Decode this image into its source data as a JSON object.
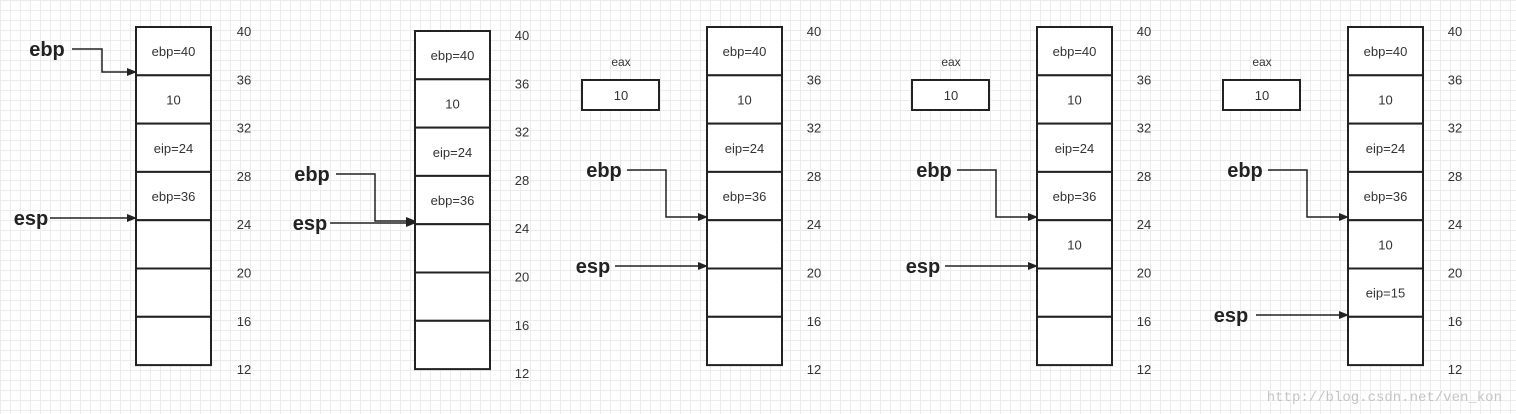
{
  "diagrams": [
    {
      "cells": [
        "ebp=40",
        "10",
        "eip=24",
        "ebp=36",
        "",
        "",
        ""
      ],
      "addresses": [
        "40",
        "36",
        "32",
        "28",
        "24",
        "20",
        "16",
        "12"
      ],
      "pointers": [
        {
          "label": "ebp",
          "target_address": "36"
        },
        {
          "label": "esp",
          "target_address": "24"
        }
      ],
      "eax": null
    },
    {
      "cells": [
        "ebp=40",
        "10",
        "eip=24",
        "ebp=36",
        "",
        "",
        ""
      ],
      "addresses": [
        "40",
        "36",
        "32",
        "28",
        "24",
        "20",
        "16",
        "12"
      ],
      "pointers": [
        {
          "label": "ebp",
          "target_address": "24"
        },
        {
          "label": "esp",
          "target_address": "24"
        }
      ],
      "eax": null
    },
    {
      "cells": [
        "ebp=40",
        "10",
        "eip=24",
        "ebp=36",
        "",
        "",
        ""
      ],
      "addresses": [
        "40",
        "36",
        "32",
        "28",
        "24",
        "20",
        "16",
        "12"
      ],
      "pointers": [
        {
          "label": "ebp",
          "target_address": "24"
        },
        {
          "label": "esp",
          "target_address": "20"
        }
      ],
      "eax": {
        "label": "eax",
        "value": "10"
      }
    },
    {
      "cells": [
        "ebp=40",
        "10",
        "eip=24",
        "ebp=36",
        "10",
        "",
        ""
      ],
      "addresses": [
        "40",
        "36",
        "32",
        "28",
        "24",
        "20",
        "16",
        "12"
      ],
      "pointers": [
        {
          "label": "ebp",
          "target_address": "24"
        },
        {
          "label": "esp",
          "target_address": "20"
        }
      ],
      "eax": {
        "label": "eax",
        "value": "10"
      }
    },
    {
      "cells": [
        "ebp=40",
        "10",
        "eip=24",
        "ebp=36",
        "10",
        "eip=15",
        ""
      ],
      "addresses": [
        "40",
        "36",
        "32",
        "28",
        "24",
        "20",
        "16",
        "12"
      ],
      "pointers": [
        {
          "label": "ebp",
          "target_address": "24"
        },
        {
          "label": "esp",
          "target_address": "16"
        }
      ],
      "eax": {
        "label": "eax",
        "value": "10"
      }
    }
  ],
  "watermark": "http://blog.csdn.net/ven_kon",
  "colors": {
    "line": "#222222",
    "text": "#333333",
    "grid": "#ececec",
    "watermark": "#c4c4c4"
  }
}
